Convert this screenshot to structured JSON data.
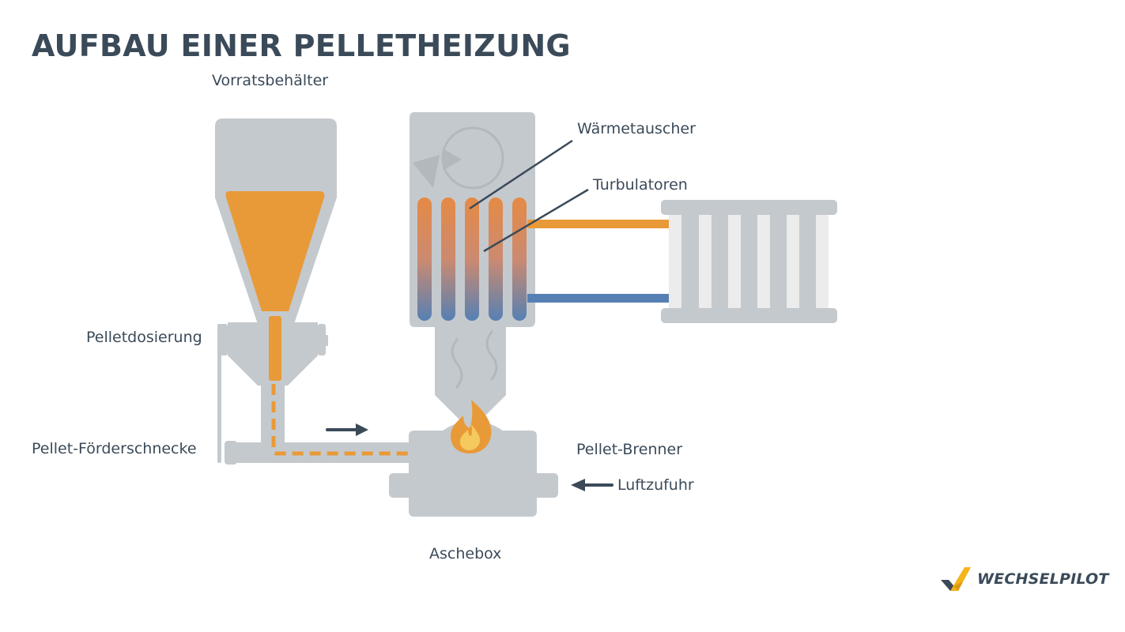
{
  "title": "AUFBAU EINER PELLETHEIZUNG",
  "labels": {
    "storage": "Vorratsbehälter",
    "dosing": "Pelletdosierung",
    "auger": "Pellet-Förderschnecke",
    "heat_exchanger": "Wärmetauscher",
    "turbulators": "Turbulatoren",
    "burner": "Pellet-Brenner",
    "air_supply": "Luftzufuhr",
    "ash_box": "Aschebox"
  },
  "brand": {
    "name": "WECHSELPILOT"
  },
  "icons": [
    "flame-icon",
    "fan-icon",
    "arrow-right-icon",
    "arrow-left-icon",
    "check-logo-icon"
  ],
  "colors": {
    "text": "#3b4a59",
    "machine_gray": "#c4c9cd",
    "pellet_orange": "#e99a38",
    "cold_blue": "#5680b4",
    "radiator_fin": "#ececec",
    "brand_yellow": "#f4b41a"
  }
}
